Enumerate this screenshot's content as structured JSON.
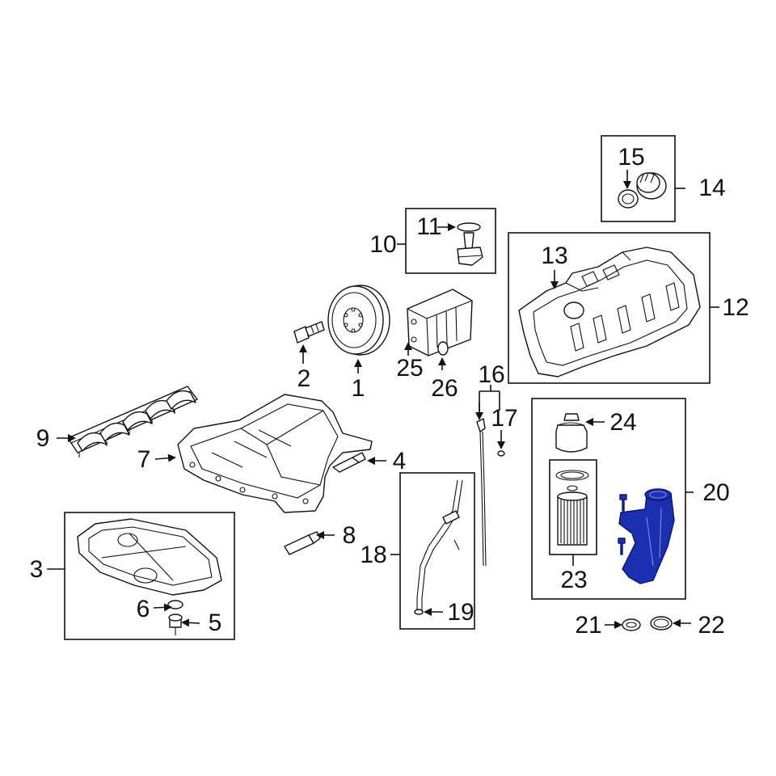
{
  "labels": {
    "p1": "1",
    "p2": "2",
    "p3": "3",
    "p4": "4",
    "p5": "5",
    "p6": "6",
    "p7": "7",
    "p8": "8",
    "p9": "9",
    "p10": "10",
    "p11": "11",
    "p12": "12",
    "p13": "13",
    "p14": "14",
    "p15": "15",
    "p16": "16",
    "p17": "17",
    "p18": "18",
    "p19": "19",
    "p20": "20",
    "p21": "21",
    "p22": "22",
    "p23": "23",
    "p24": "24",
    "p25": "25",
    "p26": "26"
  },
  "colors": {
    "line": "#111111",
    "highlight_fill": "#1b2fb0",
    "highlight_stroke": "#0a1670",
    "background": "#ffffff"
  },
  "highlighted_part": "20"
}
